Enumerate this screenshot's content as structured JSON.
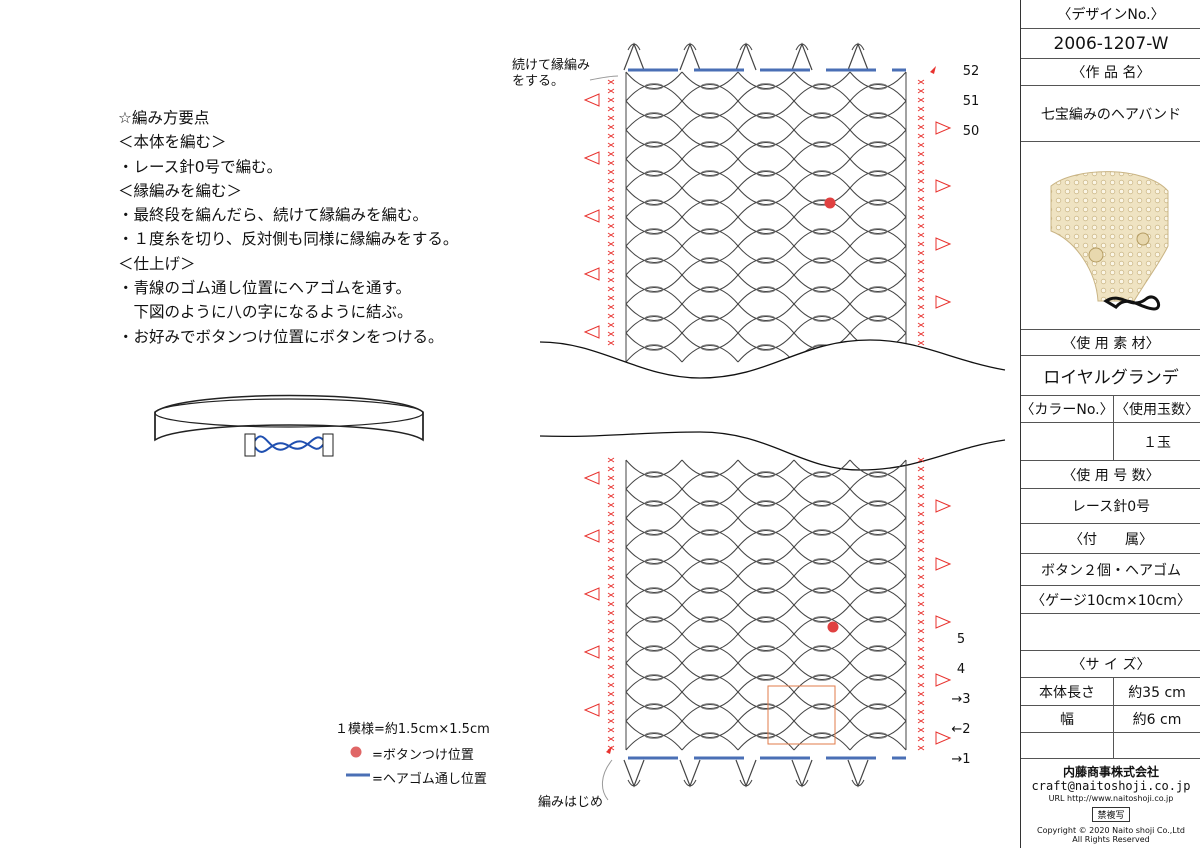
{
  "instructions": {
    "title": "☆編み方要点",
    "lines": [
      "＜本体を編む＞",
      "・レース針0号で編む。",
      "＜縁編みを編む＞",
      "・最終段を編んだら、続けて縁編みを編む。",
      "・１度糸を切り、反対側も同様に縁編みをする。",
      "＜仕上げ＞",
      "・青線のゴム通し位置にヘアゴムを通す。",
      "　下図のように八の字になるように結ぶ。",
      "・お好みでボタンつけ位置にボタンをつける。"
    ]
  },
  "chart": {
    "top_note": "続けて縁編み\nをする。",
    "start_note": "編みはじめ",
    "top_rows": [
      "52",
      "51",
      "50"
    ],
    "bottom_rows": [
      "5",
      "4",
      "→3",
      "←2",
      "→1"
    ]
  },
  "legend": {
    "gauge": "１模様=約1.5cm×1.5cm",
    "button": "=ボタンつけ位置",
    "elastic": "=ヘアゴム通し位置",
    "button_color": "#e06666",
    "elastic_color": "#4a6fb5"
  },
  "panel": {
    "design_no_label": "〈デザインNo.〉",
    "design_no": "2006-1207-W",
    "name_label": "〈作 品 名〉",
    "name": "七宝編みのヘアバンド",
    "material_label": "〈使 用 素 材〉",
    "material": "ロイヤルグランデ",
    "color_label": "〈カラーNo.〉",
    "balls_label": "〈使用玉数〉",
    "color_value": "",
    "balls": "１玉",
    "needle_label": "〈使 用 号 数〉",
    "needle": "レース針0号",
    "notions_label": "〈付　　属〉",
    "notions": "ボタン２個・ヘアゴム",
    "gauge_label": "〈ゲージ10cm×10cm〉",
    "gauge_value": "",
    "size_label": "〈サ イ ズ〉",
    "length_label": "本体長さ",
    "length_value": "約35  cm",
    "width_label": "幅",
    "width_value": "約6   cm",
    "company": "内藤商事株式会社",
    "email": "craft@naitoshoji.co.jp",
    "url": "URL  http://www.naitoshoji.co.jp",
    "no_copy": "禁複写",
    "copyright": "Copyright © 2020 Naito shoji Co.,Ltd\nAll Rights Reserved"
  }
}
